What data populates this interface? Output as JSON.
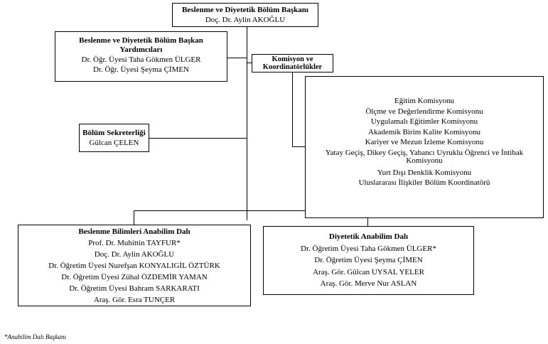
{
  "head": {
    "title": "Beslenme ve Diyetetik Bölüm Başkanı",
    "name": "Doç. Dr. Aylin AKOĞLU"
  },
  "deputies": {
    "title_line1": "Beslenme ve Diyetetik Bölüm Başkan",
    "title_line2": "Yardımcıları",
    "members": [
      "Dr. Öğr. Üyesi Taha Gökmen ÜLGER",
      "Dr. Öğr. Üyesi Şeyma ÇİMEN"
    ]
  },
  "commissions_header": {
    "line1": "Komisyon ve",
    "line2": "Koordinatörlükler"
  },
  "commissions": {
    "items": [
      "Eğitim Komisyonu",
      "Ölçme ve Değerlendirme Komisyonu",
      "Uygulamalı Eğitimler Komisyonu",
      "Akademik Birim Kalite Komisyonu",
      "Kariyer ve Mezun İzleme Komisyonu",
      "Yatay Geçiş, Dikey Geçiş, Yabancı Uyruklu Öğrenci ve İntibak",
      "Komisyonu",
      "Yurt Dışı Denklik Komisyonu",
      "Uluslararası İlişkiler Bölüm Koordinatörü"
    ]
  },
  "secretariat": {
    "title": "Bölüm Sekreterliği",
    "name": "Gülcan ÇELEN"
  },
  "nutrition_department": {
    "title": "Beslenme Bilimleri Anabilim Dalı",
    "members": [
      "Prof. Dr. Muhittin TAYFUR*",
      "Doç. Dr. Aylin AKOĞLU",
      "Dr. Öğretim Üyesi Nurefşan KONYALIGİL ÖZTÜRK",
      "Dr. Öğretim Üyesi Zühal ÖZDEMİR YAMAN",
      "Dr. Öğretim Üyesi Bahram SARKARATI",
      "Araş. Gör. Esra TUNÇER"
    ]
  },
  "dietetics_department": {
    "title": "Diyetetik Anabilim Dalı",
    "members": [
      "Dr. Öğretim Üyesi Taha Gökmen ÜLGER*",
      "Dr. Öğretim Üyesi Şeyma ÇİMEN",
      "Araş. Gör. Gülcan UYSAL YELER",
      "Araş. Gör. Merve Nur ASLAN"
    ]
  },
  "footnote": "*Anabilim Dalı Başkanı"
}
